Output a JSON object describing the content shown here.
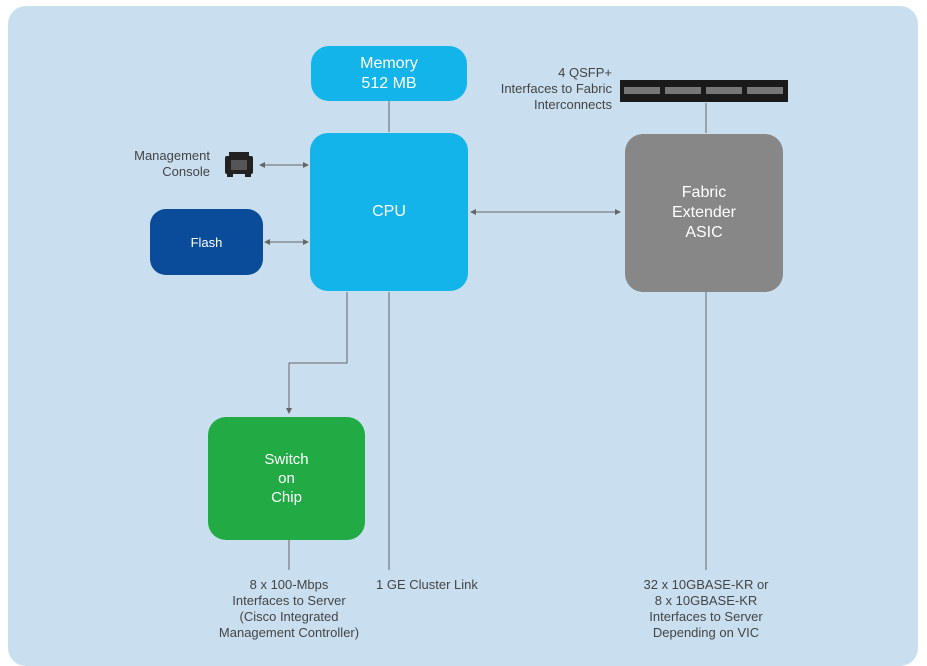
{
  "diagram": {
    "memory": {
      "line1": "Memory",
      "line2": "512 MB"
    },
    "cpu": {
      "label": "CPU"
    },
    "flash": {
      "label": "Flash"
    },
    "fabric_asic": {
      "label": "Fabric\nExtender\nASIC"
    },
    "switch_chip": {
      "label": "Switch\non\nChip"
    },
    "management_console": {
      "label": "Management\nConsole"
    },
    "qsfp": {
      "label": "4 QSFP+\nInterfaces to Fabric\nInterconnects",
      "port_count": 4
    },
    "cluster_link": {
      "label": "1 GE Cluster Link"
    },
    "server_interfaces": {
      "label": "8 x 100-Mbps\nInterfaces to Server\n(Cisco Integrated\nManagement Controller)"
    },
    "kr_interfaces": {
      "label": "32 x 10GBASE-KR or\n8 x 10GBASE-KR\nInterfaces to Server\nDepending on VIC"
    }
  },
  "colors": {
    "background": "#c9dff0",
    "cyan_block": "#12b4ea",
    "flash_block": "#0a4c9a",
    "asic_block": "#878787",
    "switch_block": "#22aa44",
    "line": "#666666"
  }
}
